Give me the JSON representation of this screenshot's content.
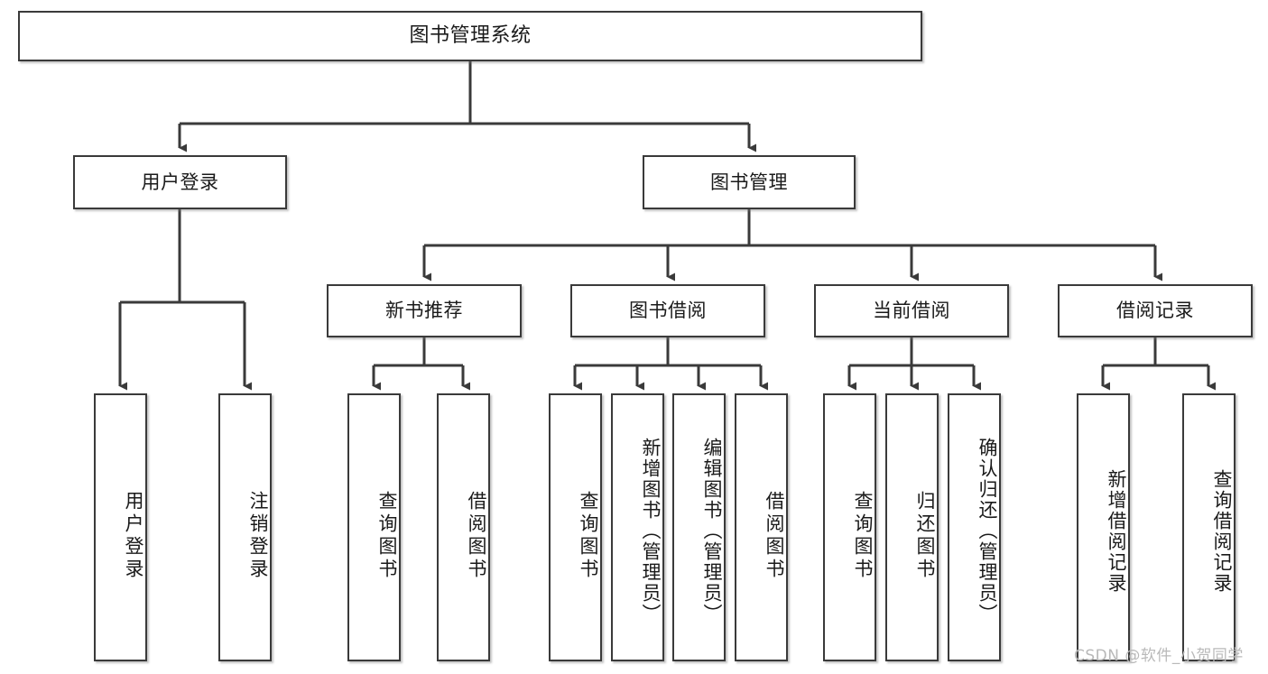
{
  "diagram": {
    "type": "tree-hierarchy",
    "title": "图书管理系统",
    "stroke_color": "#3a3a3a",
    "background_color": "#ffffff",
    "text_color": "#1a1a1a",
    "root": {
      "label": "图书管理系统"
    },
    "level2": [
      {
        "label": "用户登录"
      },
      {
        "label": "图书管理"
      }
    ],
    "level3": [
      {
        "label": "新书推荐",
        "parent": "图书管理"
      },
      {
        "label": "图书借阅",
        "parent": "图书管理"
      },
      {
        "label": "当前借阅",
        "parent": "图书管理"
      },
      {
        "label": "借阅记录",
        "parent": "图书管理"
      }
    ],
    "leaves": {
      "user_login": [
        {
          "label": "用户登录"
        },
        {
          "label": "注销登录"
        }
      ],
      "new_book_recommend": [
        {
          "label": "查询图书"
        },
        {
          "label": "借阅图书"
        }
      ],
      "book_borrow": [
        {
          "label": "查询图书"
        },
        {
          "label": "新增图书（管理员）"
        },
        {
          "label": "编辑图书（管理员）"
        },
        {
          "label": "借阅图书"
        }
      ],
      "current_borrow": [
        {
          "label": "查询图书"
        },
        {
          "label": "归还图书"
        },
        {
          "label": "确认归还（管理员）"
        }
      ],
      "borrow_record": [
        {
          "label": "新增借阅记录"
        },
        {
          "label": "查询借阅记录"
        }
      ]
    }
  },
  "watermark": {
    "text": "CSDN @软件_小贺同学"
  }
}
